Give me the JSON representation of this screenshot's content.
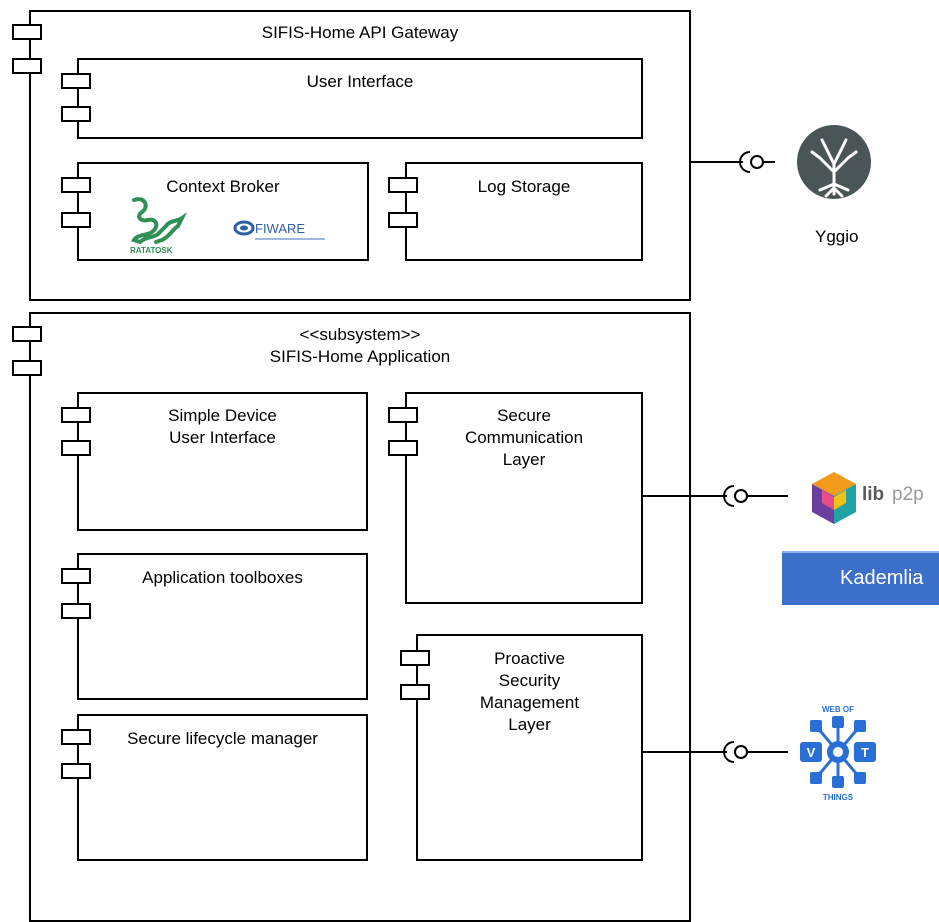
{
  "gateway": {
    "title": "SIFIS-Home API Gateway",
    "user_interface": "User Interface",
    "context_broker": "Context Broker",
    "log_storage": "Log Storage",
    "ratatosk_logo_text": "RATATOSK",
    "fiware_logo_text": "FIWARE"
  },
  "application": {
    "stereotype": "<<subsystem>>",
    "title": "SIFIS-Home Application",
    "simple_device_ui": "Simple Device\nUser Interface",
    "secure_comm_layer": "Secure\nCommunication\nLayer",
    "app_toolboxes": "Application toolboxes",
    "lifecycle_manager": "Secure lifecycle manager",
    "proactive_security": "Proactive\nSecurity\nManagement\nLayer"
  },
  "external": {
    "yggio": "Yggio",
    "libp2p_lib": "lib",
    "libp2p_p2p": "p2p",
    "kademlia": "Kademlia",
    "wot_top": "WEB OF",
    "wot_bottom": "THINGS"
  },
  "colors": {
    "tree": "#4a5558",
    "ratatosk_green": "#2f8f57",
    "fiware_blue": "#2c5fa8",
    "kademlia_bg": "#3b6fc9",
    "wot_blue": "#2a6fd6",
    "libp2p_orange": "#f29a1a",
    "libp2p_purple": "#6b3fa0",
    "libp2p_teal": "#1fa3a5"
  }
}
